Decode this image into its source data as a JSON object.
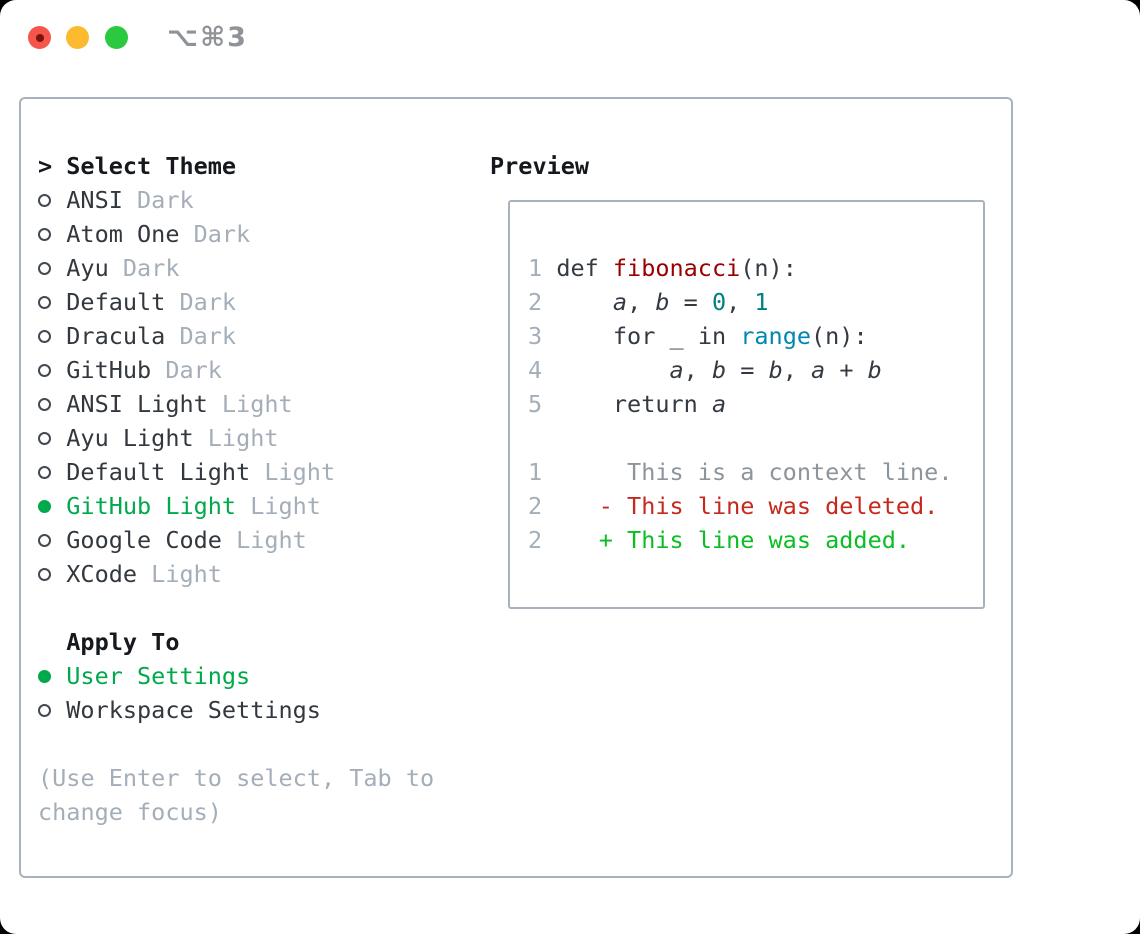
{
  "window": {
    "title": "⌥⌘3"
  },
  "theme_panel": {
    "focus_indicator": ">",
    "header": "Select Theme",
    "items": [
      {
        "name": "ANSI",
        "variant": "Dark",
        "selected": false
      },
      {
        "name": "Atom One",
        "variant": "Dark",
        "selected": false
      },
      {
        "name": "Ayu",
        "variant": "Dark",
        "selected": false
      },
      {
        "name": "Default",
        "variant": "Dark",
        "selected": false
      },
      {
        "name": "Dracula",
        "variant": "Dark",
        "selected": false
      },
      {
        "name": "GitHub",
        "variant": "Dark",
        "selected": false
      },
      {
        "name": "ANSI Light",
        "variant": "Light",
        "selected": false
      },
      {
        "name": "Ayu Light",
        "variant": "Light",
        "selected": false
      },
      {
        "name": "Default Light",
        "variant": "Light",
        "selected": false
      },
      {
        "name": "GitHub Light",
        "variant": "Light",
        "selected": true
      },
      {
        "name": "Google Code",
        "variant": "Light",
        "selected": false
      },
      {
        "name": "XCode",
        "variant": "Light",
        "selected": false
      }
    ],
    "apply_to": {
      "label": "Apply To",
      "options": [
        {
          "label": "User Settings",
          "selected": true
        },
        {
          "label": "Workspace Settings",
          "selected": false
        }
      ]
    },
    "hint_line1": "(Use Enter to select, Tab to",
    "hint_line2": "change focus)"
  },
  "preview": {
    "title": "Preview",
    "lines": [
      {
        "kind": "code",
        "num": "1",
        "tokens": [
          {
            "t": "def ",
            "c": "k"
          },
          {
            "t": "fibonacci",
            "c": "fn"
          },
          {
            "t": "(n):",
            "c": "p"
          }
        ]
      },
      {
        "kind": "code",
        "num": "2",
        "tokens": [
          {
            "t": "    ",
            "c": "p"
          },
          {
            "t": "a",
            "c": "v"
          },
          {
            "t": ", ",
            "c": "p"
          },
          {
            "t": "b",
            "c": "v"
          },
          {
            "t": " = ",
            "c": "p"
          },
          {
            "t": "0",
            "c": "n"
          },
          {
            "t": ", ",
            "c": "p"
          },
          {
            "t": "1",
            "c": "n"
          }
        ]
      },
      {
        "kind": "code",
        "num": "3",
        "tokens": [
          {
            "t": "    ",
            "c": "p"
          },
          {
            "t": "for",
            "c": "k"
          },
          {
            "t": " _ ",
            "c": "p"
          },
          {
            "t": "in",
            "c": "k"
          },
          {
            "t": " ",
            "c": "p"
          },
          {
            "t": "range",
            "c": "b"
          },
          {
            "t": "(n):",
            "c": "p"
          }
        ]
      },
      {
        "kind": "code",
        "num": "4",
        "tokens": [
          {
            "t": "        ",
            "c": "p"
          },
          {
            "t": "a",
            "c": "v"
          },
          {
            "t": ", ",
            "c": "p"
          },
          {
            "t": "b",
            "c": "v"
          },
          {
            "t": " = ",
            "c": "p"
          },
          {
            "t": "b",
            "c": "v"
          },
          {
            "t": ", ",
            "c": "p"
          },
          {
            "t": "a",
            "c": "v"
          },
          {
            "t": " + ",
            "c": "p"
          },
          {
            "t": "b",
            "c": "v"
          }
        ]
      },
      {
        "kind": "code",
        "num": "5",
        "tokens": [
          {
            "t": "    ",
            "c": "p"
          },
          {
            "t": "return",
            "c": "k"
          },
          {
            "t": " ",
            "c": "p"
          },
          {
            "t": "a",
            "c": "v"
          }
        ]
      },
      {
        "kind": "blank"
      },
      {
        "kind": "diff",
        "num": "1",
        "tokens": [
          {
            "t": "     This is a context line.",
            "c": "ctx"
          }
        ]
      },
      {
        "kind": "diff",
        "num": "2",
        "tokens": [
          {
            "t": "   - This line was deleted.",
            "c": "del"
          }
        ]
      },
      {
        "kind": "diff",
        "num": "2",
        "tokens": [
          {
            "t": "   + This line was added.",
            "c": "add"
          }
        ]
      }
    ]
  },
  "colors": {
    "selection_green": "#00a94c",
    "added_green": "#0abe23",
    "deleted_red": "#c5281c",
    "function_red": "#990000",
    "number_teal": "#008080",
    "builtin_blue": "#0086b3",
    "muted_gray": "#a4aeb9",
    "context_gray": "#8d949b",
    "border_gray": "#a9b2bc",
    "text_dark": "#32383e",
    "traffic_red": "#f5554b",
    "traffic_yellow": "#fcbb2f",
    "traffic_green": "#2ac940"
  }
}
